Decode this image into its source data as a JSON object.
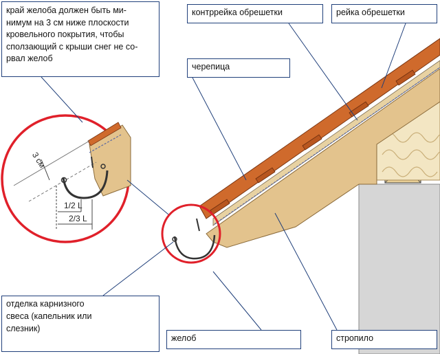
{
  "labels": {
    "note": [
      "край желоба должен быть ми-",
      "нимум на 3 см ниже плоскости",
      "кровельного покрытия, чтобы",
      "сползающий с крыши снег не со-",
      "рвал желоб"
    ],
    "counter_batten": "контррейка обрешетки",
    "batten": "рейка обрешетки",
    "tile": "черепица",
    "drip_edge": [
      "отделка карнизного",
      "свеса (капельник или",
      "слезник)"
    ],
    "gutter": "желоб",
    "rafter": "стропило"
  },
  "dimensions": {
    "three_cm": "3 см",
    "half_l": "1/2 L",
    "two_thirds_l": "2/3 L"
  },
  "colors": {
    "tile": "#c8652b",
    "wood": "#e4c48e",
    "insulation": "#f2e4bf",
    "wall": "#d5d5d5",
    "callout_ring": "#e0202a",
    "leader": "#1f3f7a"
  }
}
